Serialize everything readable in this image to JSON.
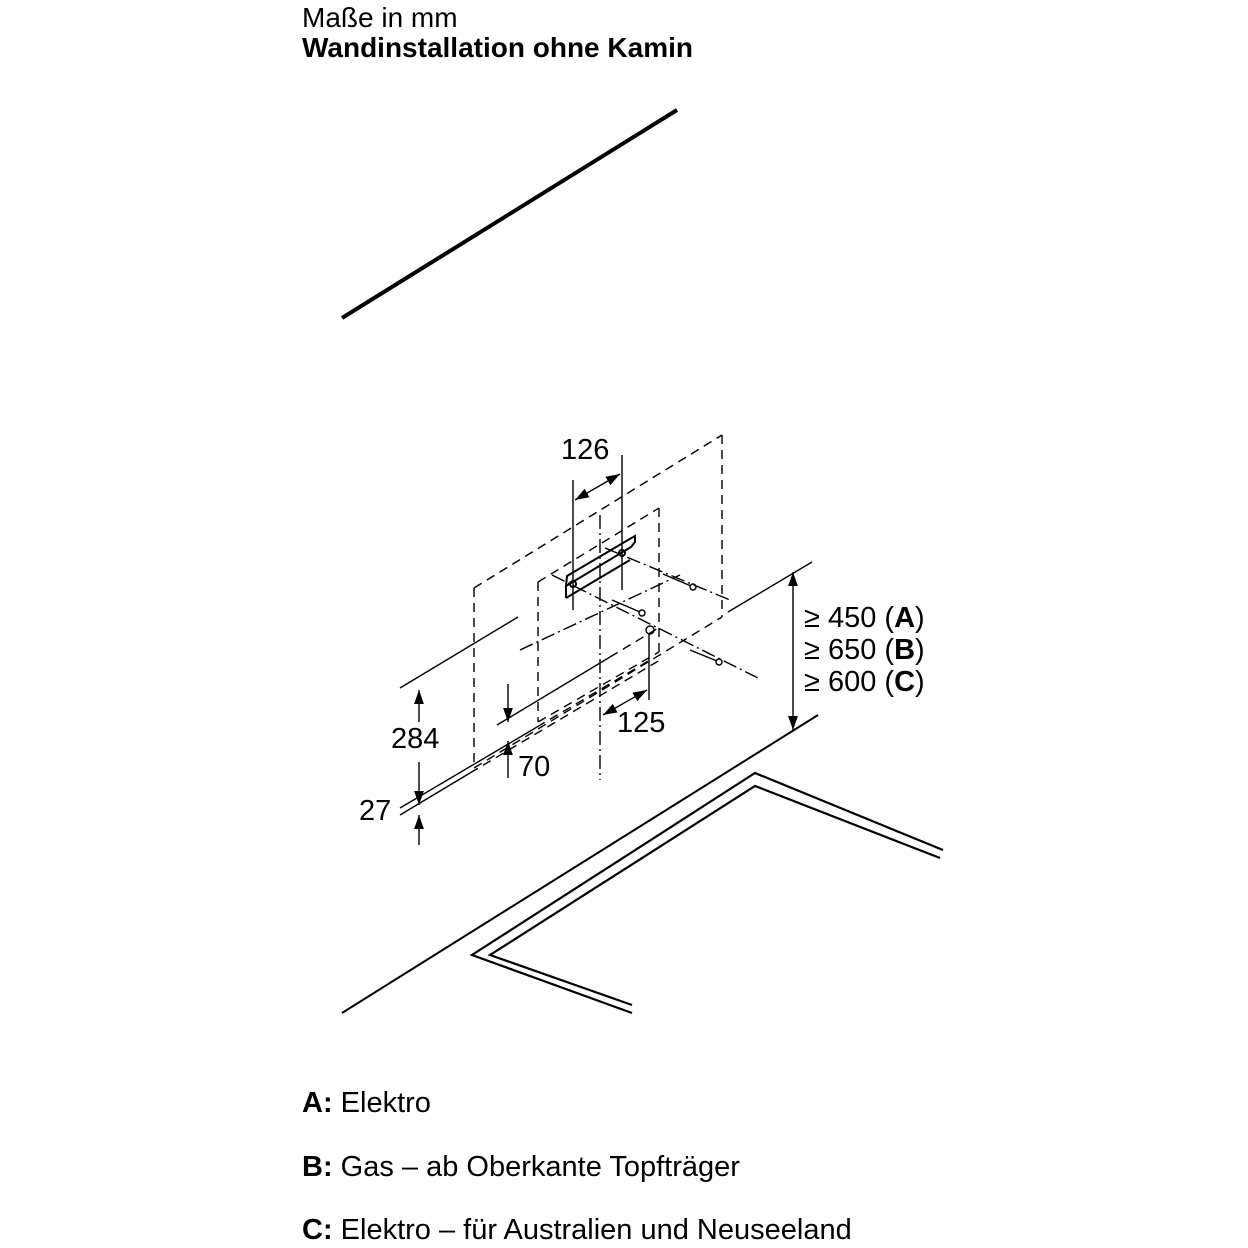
{
  "header": {
    "subtitle": "Maße in mm",
    "title": "Wandinstallation ohne Kamin"
  },
  "dimensions": {
    "width_bracket": "126",
    "offset_center": "125",
    "height_284": "284",
    "height_70": "70",
    "height_27": "27",
    "clearance_a": "≥ 450 (",
    "clearance_a_key": "A",
    "clearance_b": "≥ 650 (",
    "clearance_b_key": "B",
    "clearance_c": "≥ 600 (",
    "clearance_c_key": "C",
    "close_paren": ")"
  },
  "legend": [
    {
      "key": "A:",
      "text": "Elektro"
    },
    {
      "key": "B:",
      "text": "Gas – ab Oberkante Topfträger"
    },
    {
      "key": "C:",
      "text": "Elektro – für Australien und Neuseeland"
    }
  ]
}
